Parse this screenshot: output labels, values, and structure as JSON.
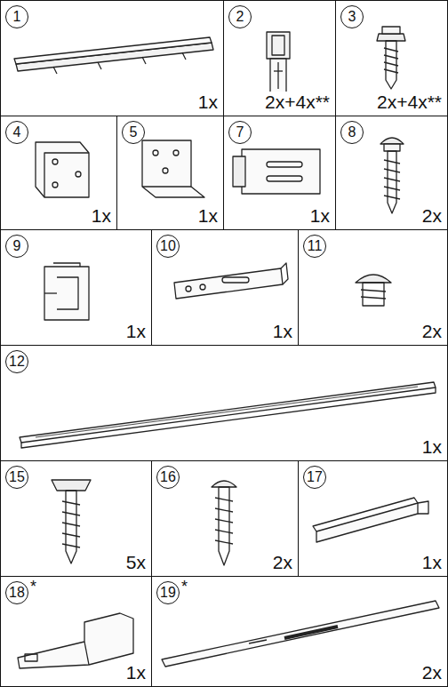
{
  "diagram": {
    "nodes": [
      {
        "text": [
          "1",
          "1x"
        ]
      },
      {
        "text": [
          "2",
          "2x+4x**"
        ]
      },
      {
        "text": [
          "3",
          "2x+4x**"
        ]
      },
      {
        "text": [
          "4",
          "1x"
        ]
      },
      {
        "text": [
          "5",
          "1x"
        ]
      },
      {
        "text": [
          "7",
          "1x"
        ]
      },
      {
        "text": [
          "8",
          "2x"
        ]
      },
      {
        "text": [
          "9",
          "1x"
        ]
      },
      {
        "text": [
          "10",
          "1x"
        ]
      },
      {
        "text": [
          "11",
          "2x"
        ]
      },
      {
        "text": [
          "12",
          "1x"
        ]
      },
      {
        "text": [
          "15",
          "5x"
        ]
      },
      {
        "text": [
          "16",
          "2x"
        ]
      },
      {
        "text": [
          "17",
          "1x"
        ]
      },
      {
        "text": [
          "18",
          "*",
          "1x"
        ]
      },
      {
        "text": [
          "19",
          "*",
          "2x"
        ]
      }
    ]
  }
}
